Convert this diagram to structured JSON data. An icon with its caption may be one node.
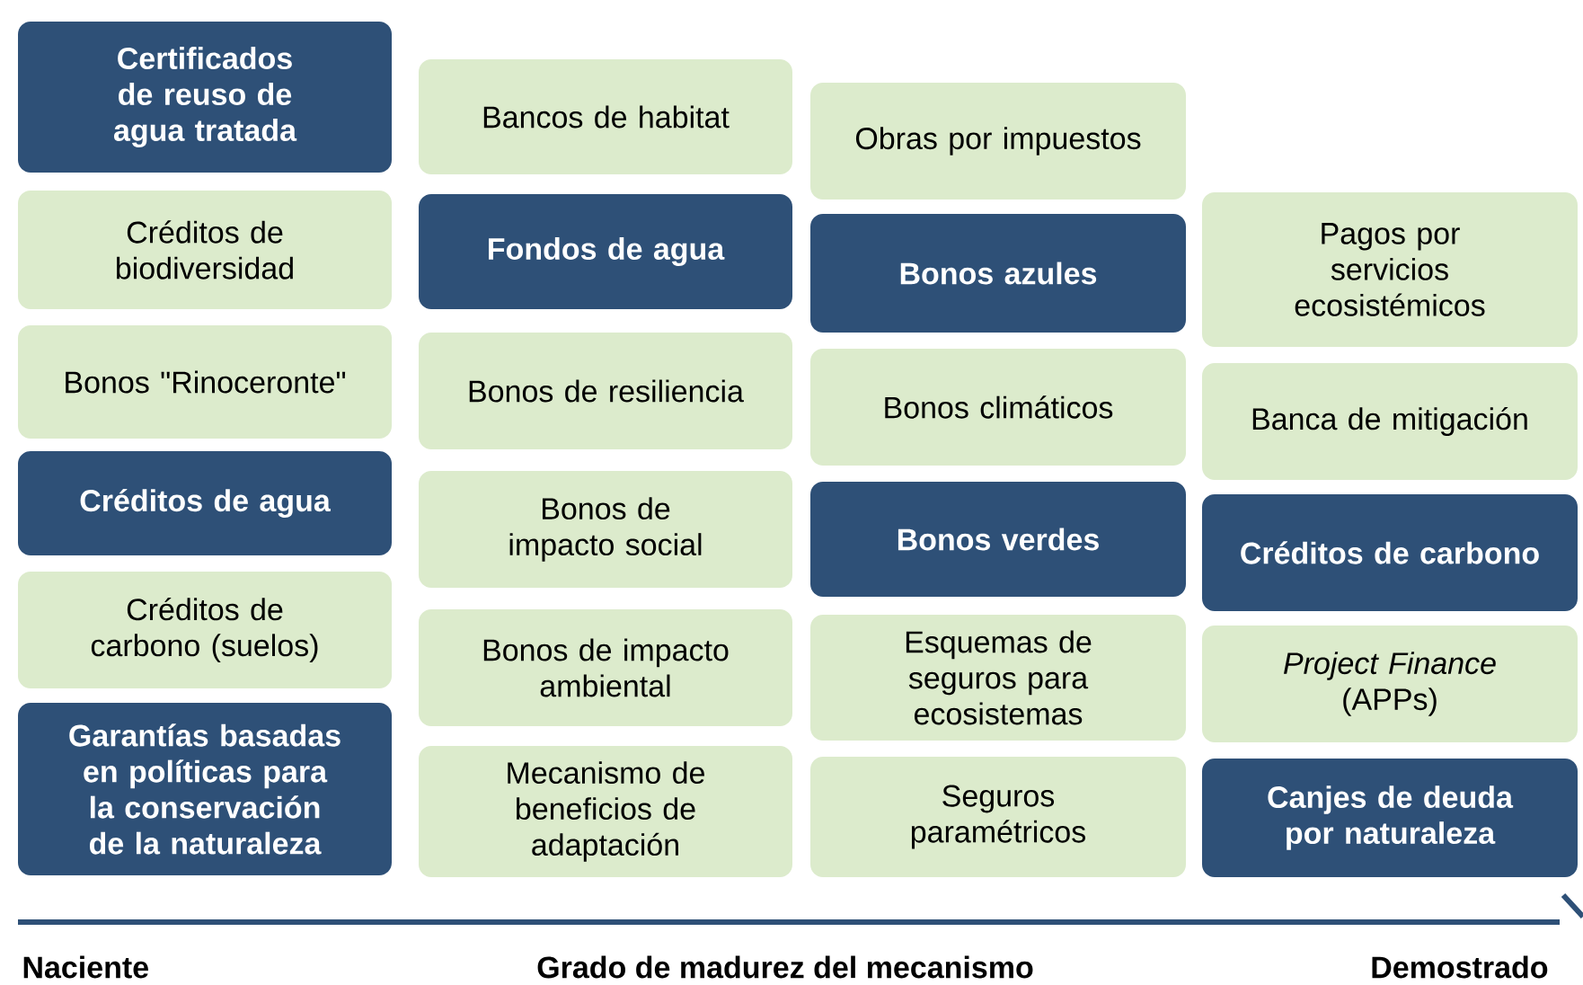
{
  "diagram": {
    "nodes": [
      {
        "text": [
          "Certificados de reuso de agua tratada"
        ]
      },
      {
        "text": [
          "Créditos de biodiversidad"
        ]
      },
      {
        "text": [
          "Bonos \"Rinoceronte\""
        ]
      },
      {
        "text": [
          "Créditos de agua"
        ]
      },
      {
        "text": [
          "Créditos de carbono (suelos)"
        ]
      },
      {
        "text": [
          "Garantías basadas en políticas para la conservación de la naturaleza"
        ]
      },
      {
        "text": [
          "Bancos de habitat"
        ]
      },
      {
        "text": [
          "Fondos de agua"
        ]
      },
      {
        "text": [
          "Bonos de resiliencia"
        ]
      },
      {
        "text": [
          "Bonos de impacto social"
        ]
      },
      {
        "text": [
          "Bonos de impacto ambiental"
        ]
      },
      {
        "text": [
          "Mecanismo de beneficios de adaptación"
        ]
      },
      {
        "text": [
          "Obras por impuestos"
        ]
      },
      {
        "text": [
          "Bonos azules"
        ]
      },
      {
        "text": [
          "Bonos climáticos"
        ]
      },
      {
        "text": [
          "Bonos verdes"
        ]
      },
      {
        "text": [
          "Esquemas de seguros para ecosistemas"
        ]
      },
      {
        "text": [
          "Seguros paramétricos"
        ]
      },
      {
        "text": [
          "Pagos por servicios ecosistémicos"
        ]
      },
      {
        "text": [
          "Banca de mitigación"
        ]
      },
      {
        "text": [
          "Créditos de carbono"
        ]
      },
      {
        "text": [
          "*Project Finance* (APPs)"
        ]
      },
      {
        "text": [
          "Canjes de deuda por naturaleza"
        ]
      }
    ],
    "labels": [
      "Naciente",
      "Grado de madurez del mecanismo",
      "Demostrado"
    ]
  }
}
